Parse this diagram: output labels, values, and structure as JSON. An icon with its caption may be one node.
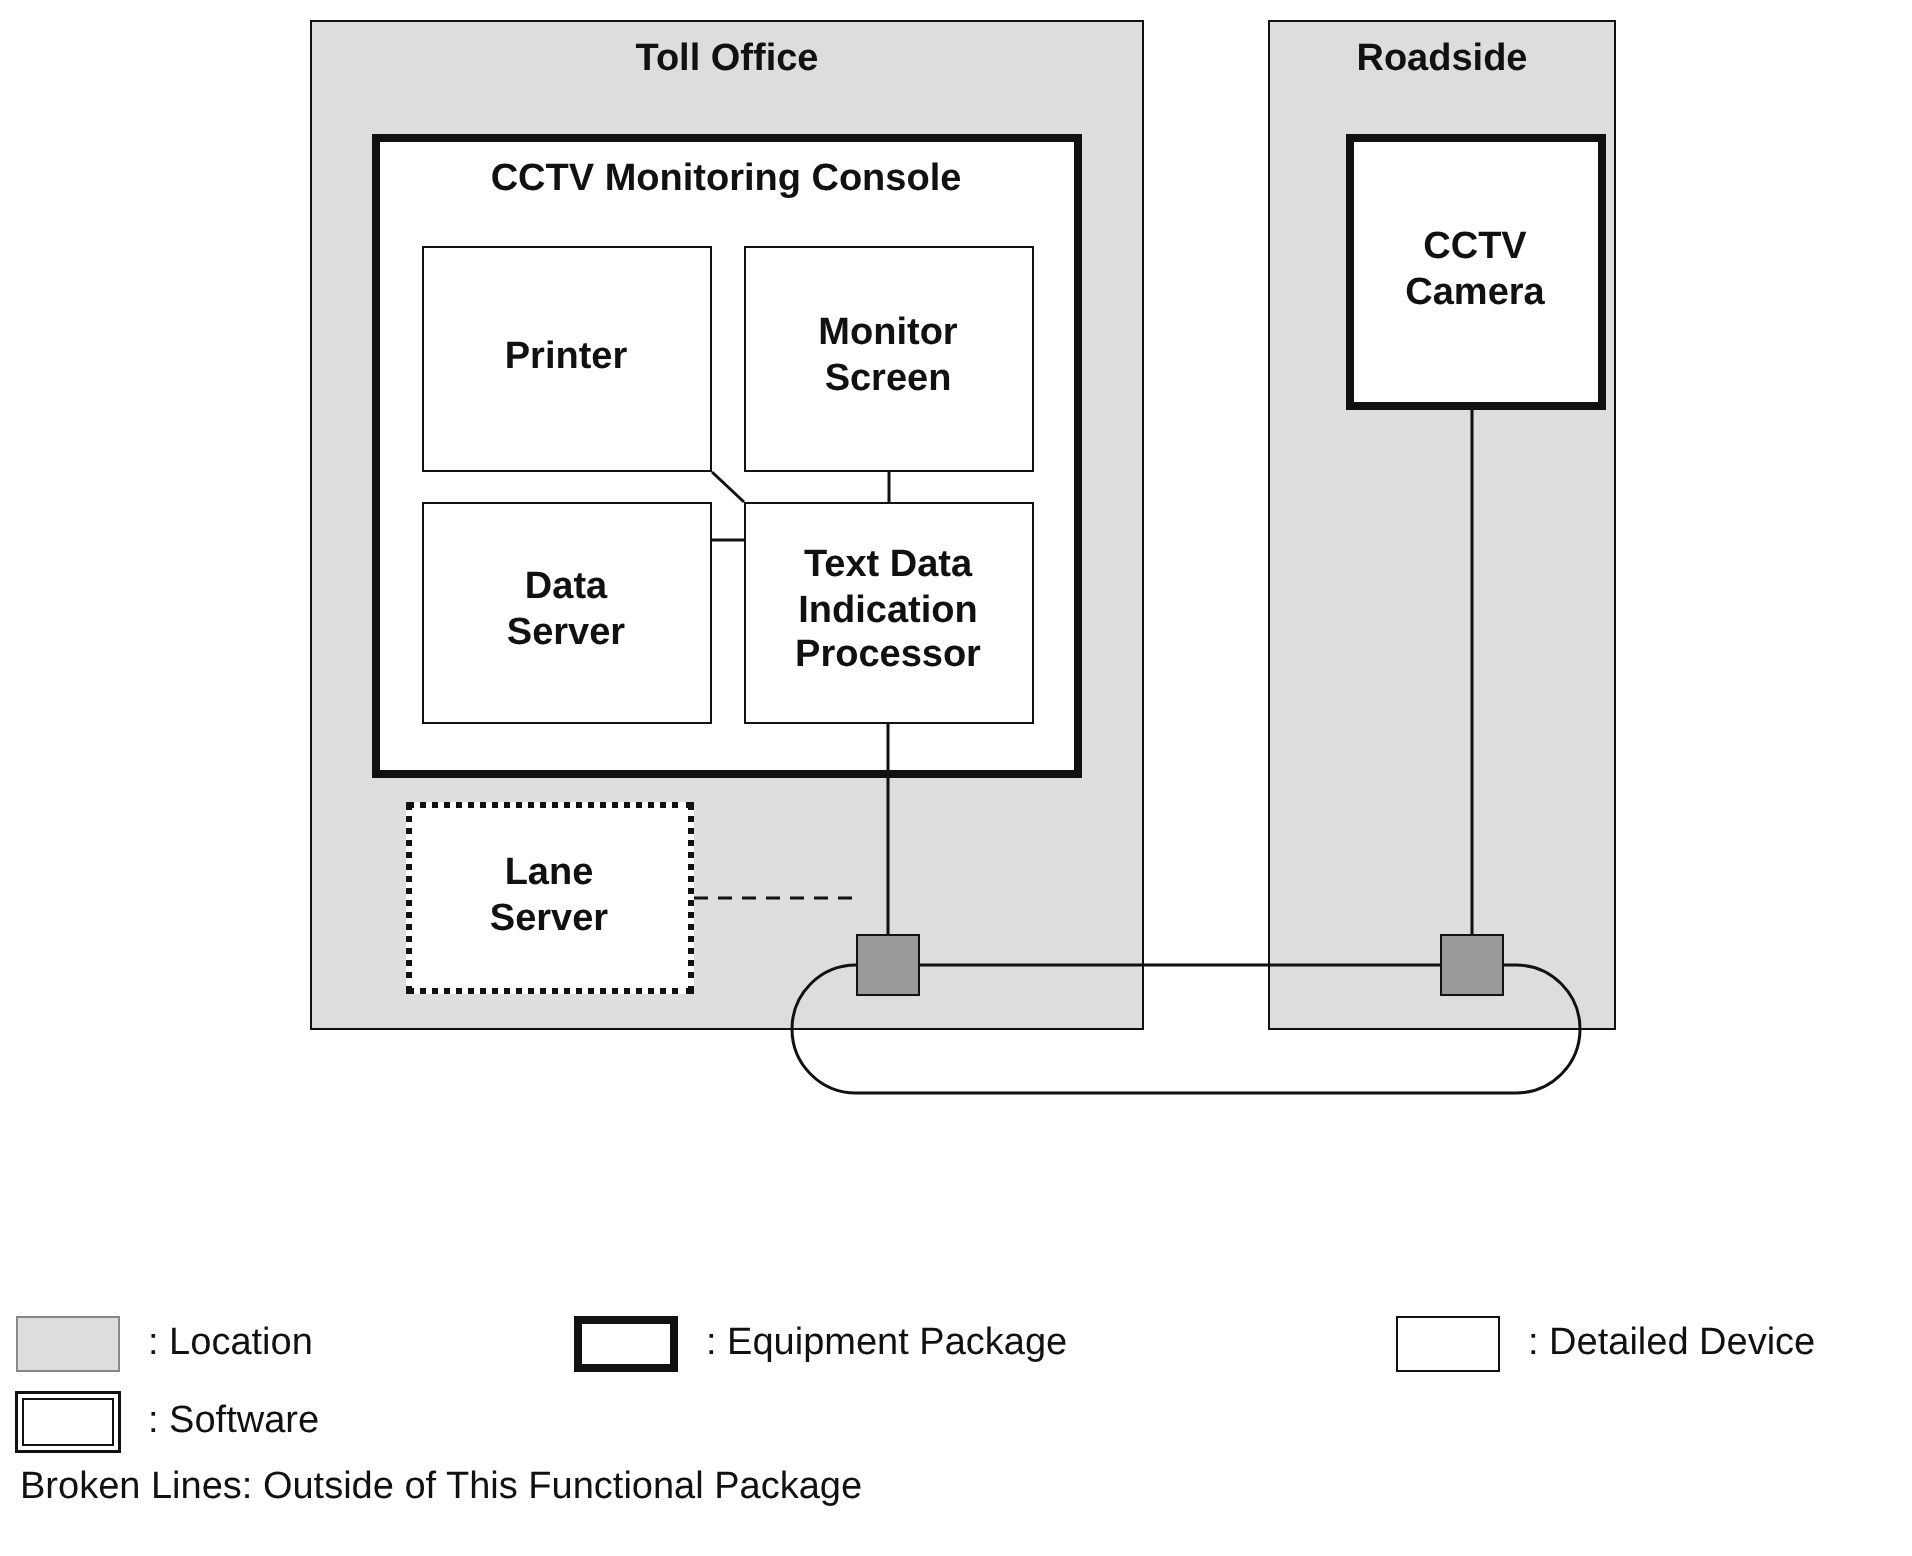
{
  "diagram": {
    "nodes": [
      {
        "text": [
          "Toll Office"
        ]
      },
      {
        "text": [
          "Roadside"
        ]
      },
      {
        "text": [
          "CCTV Monitoring Console"
        ],
        "in": 0
      },
      {
        "text": [
          "Printer"
        ],
        "in": 2
      },
      {
        "text": [
          "Monitor Screen"
        ],
        "in": 2
      },
      {
        "text": [
          "Data Server"
        ],
        "in": 2
      },
      {
        "text": [
          "Text Data Indication Processor"
        ],
        "in": 2
      },
      {
        "text": [
          "Lane Server"
        ],
        "in": 0
      },
      {
        "text": [
          "CCTV Camera"
        ],
        "in": 1
      },
      {
        "text": [],
        "shape": "box",
        "in": 0
      },
      {
        "text": [],
        "shape": "box",
        "in": 1
      }
    ],
    "edges": [
      {
        "from": 3,
        "to": 6,
        "arrow": "none"
      },
      {
        "from": 4,
        "to": 6,
        "arrow": "none"
      },
      {
        "from": 5,
        "to": 6,
        "arrow": "none"
      },
      {
        "from": 6,
        "to": 9,
        "arrow": "none"
      },
      {
        "from": 7,
        "to": 9,
        "arrow": "none",
        "style": "dashed"
      },
      {
        "from": 8,
        "to": 10,
        "arrow": "none"
      },
      {
        "from": 9,
        "to": 10,
        "arrow": "none"
      },
      {
        "from": 9,
        "to": 10,
        "arrow": "none"
      }
    ],
    "labels": [
      "Broken Lines: Outside of This Functional Package"
    ],
    "legend": [
      {
        "text": ": Location",
        "color": "#dddddd"
      },
      {
        "text": ": Equipment Package"
      },
      {
        "text": ": Detailed Device"
      },
      {
        "text": ": Software"
      }
    ]
  }
}
